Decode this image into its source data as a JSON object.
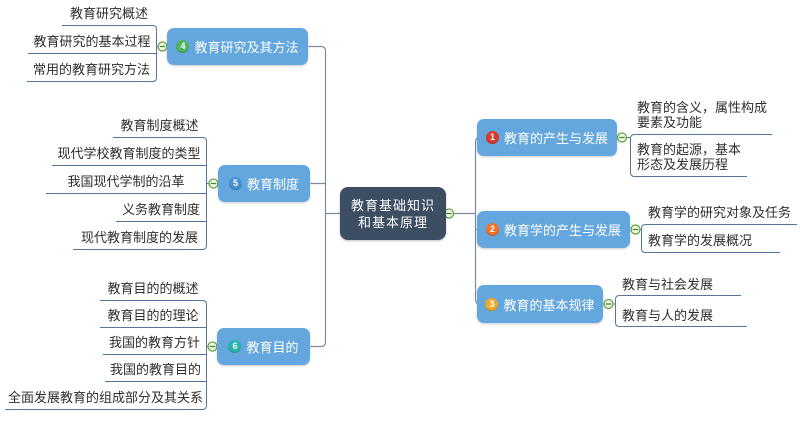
{
  "root": {
    "label": "教育基础知识\n和基本原理"
  },
  "branches": [
    {
      "badge": "1",
      "label": "教育的产生与发展",
      "badge_color": "#d93b2b",
      "children": [
        "教育的含义，属性构成\n要素及功能",
        "教育的起源，基本\n形态及发展历程"
      ]
    },
    {
      "badge": "2",
      "label": "教育学的产生与发展",
      "badge_color": "#ee7426",
      "children": [
        "教育学的研究对象及任务",
        "教育学的发展概况"
      ]
    },
    {
      "badge": "3",
      "label": "教育的基本规律",
      "badge_color": "#f0a929",
      "children": [
        "教育与社会发展",
        "教育与人的发展"
      ]
    },
    {
      "badge": "4",
      "label": "教育研究及其方法",
      "badge_color": "#4fb361",
      "children": [
        "教育研究概述",
        "教育研究的基本过程",
        "常用的教育研究方法"
      ]
    },
    {
      "badge": "5",
      "label": "教育制度",
      "badge_color": "#4a90d5",
      "children": [
        "教育制度概述",
        "现代学校教育制度的类型",
        "我国现代学制的沿革",
        "义务教育制度",
        "现代教育制度的发展"
      ]
    },
    {
      "badge": "6",
      "label": "教育目的",
      "badge_color": "#27b4ae",
      "children": [
        "教育目的的概述",
        "教育目的的理论",
        "我国的教育方针",
        "我国的教育目的",
        "全面发展教育的组成部分及其关系"
      ]
    }
  ],
  "colors": {
    "center_bg": "#3d4e63",
    "branch_bg": "#64a7de",
    "connector": "#7b8b9e",
    "leaf_line": "#54779b",
    "collapse_stroke": "#61a33c",
    "collapse_fill": "#f2f9ec",
    "leaf_text": "#2e2e2e"
  },
  "icons": {
    "collapse": "minus-circle"
  }
}
